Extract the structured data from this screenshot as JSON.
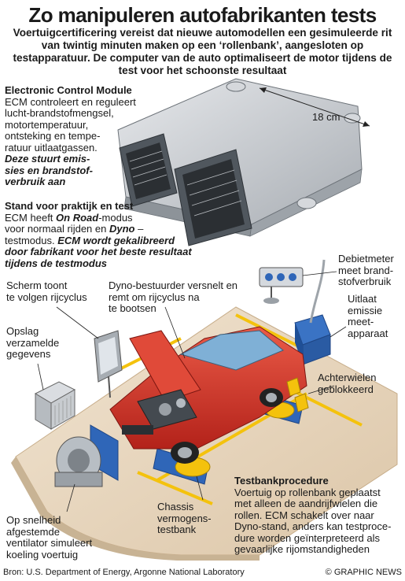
{
  "header": {
    "title": "Zo manipuleren autofabrikanten tests",
    "subtitle": "Voertuigcertificering vereist dat nieuwe automodellen een gesimuleerde rit van twintig minuten maken op een ‘rollenbank’, aangesloten op testapparatuur. De computer van de auto optimaliseert de motor tijdens de test voor het schoonste resultaat"
  },
  "ecm": {
    "heading": "Electronic Control Module",
    "line1": "ECM controleert en reguleert",
    "line2": "lucht-brandstofmengsel,",
    "line3": "motortemperatuur,",
    "line4": "ontsteking en tempe-",
    "line5": "ratuur uitlaatgassen.",
    "bold1": "Deze stuurt emis-",
    "bold2": "sies en brandstof-",
    "bold3": "verbruik aan",
    "dimension": "18 cm"
  },
  "stand": {
    "heading": "Stand voor praktijk en test",
    "line1_a": "ECM heeft ",
    "line1_b": "On Road",
    "line1_c": "-modus",
    "line2": "voor normaal rijden en ",
    "line2_b": "Dyno",
    "line2_c": " –",
    "line3": "testmodus. ",
    "line3_b": "ECM wordt gekalibreerd",
    "line4": "door fabrikant voor het beste resultaat",
    "line5": "tijdens de testmodus"
  },
  "labels": {
    "scherm": [
      "Scherm toont",
      "te volgen rijcyclus"
    ],
    "dyno_driver": [
      "Dyno-bestuurder versnelt en",
      "remt om rijcyclus na",
      "te bootsen"
    ],
    "debietmeter": [
      "Debietmeter",
      "meet brand-",
      "stofverbruik"
    ],
    "uitlaat": [
      "Uitlaat",
      "emissie",
      "meet-",
      "apparaat"
    ],
    "opslag": [
      "Opslag",
      "verzamelde",
      "gegevens"
    ],
    "achterwielen": [
      "Achterwielen",
      "geblokkeerd"
    ],
    "chassis": [
      "Chassis",
      "vermogens-",
      "testbank"
    ],
    "ventilator": [
      "Op snelheid",
      "afgestemde",
      "ventilator simuleert",
      "koeling voertuig"
    ]
  },
  "procedure": {
    "heading": "Testbankprocedure",
    "lines": [
      "Voertuig op rollenbank geplaatst",
      "met alleen de aandrijfwielen die",
      "rollen. ECM schakelt over naar",
      "Dyno-stand, anders kan testproce-",
      "dure worden geïnterpreteerd als",
      "gevaarlijke rijomstandigheden"
    ]
  },
  "footer": {
    "source": "Bron: U.S. Department of Energy, Argonne National Laboratory",
    "copyright": "© GRAPHIC NEWS"
  },
  "colors": {
    "car": "#d9352a",
    "floor": "#e9d8c0",
    "yellow": "#f4c20d",
    "blue": "#2f66b8",
    "ecm_metal": "#c9cdd2"
  }
}
